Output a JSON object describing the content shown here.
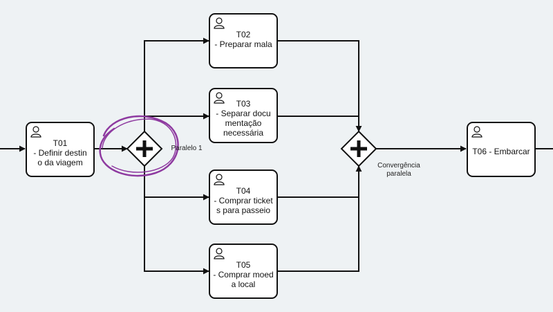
{
  "colors": {
    "background": "#eef2f4",
    "stroke": "#111111",
    "task_fill": "#ffffff",
    "highlight": "#8e3aa0"
  },
  "tasks": {
    "t01": {
      "label": "T01\n- Definir destin\no da viagem",
      "icon": "user-icon"
    },
    "t02": {
      "label": "T02\n- Preparar mala",
      "icon": "user-icon"
    },
    "t03": {
      "label": "T03\n- Separar docu\nmentação\nnecessária",
      "icon": "user-icon"
    },
    "t04": {
      "label": "T04\n- Comprar ticket\ns para passeio",
      "icon": "user-icon"
    },
    "t05": {
      "label": "T05\n- Comprar moed\na local",
      "icon": "user-icon"
    },
    "t06": {
      "label": "T06 - Embarcar",
      "icon": "user-icon"
    }
  },
  "gateways": {
    "split": {
      "label": "Paralelo 1",
      "icon": "parallel-plus-icon"
    },
    "join": {
      "label": "Convergência\nparalela",
      "icon": "parallel-plus-icon"
    }
  }
}
